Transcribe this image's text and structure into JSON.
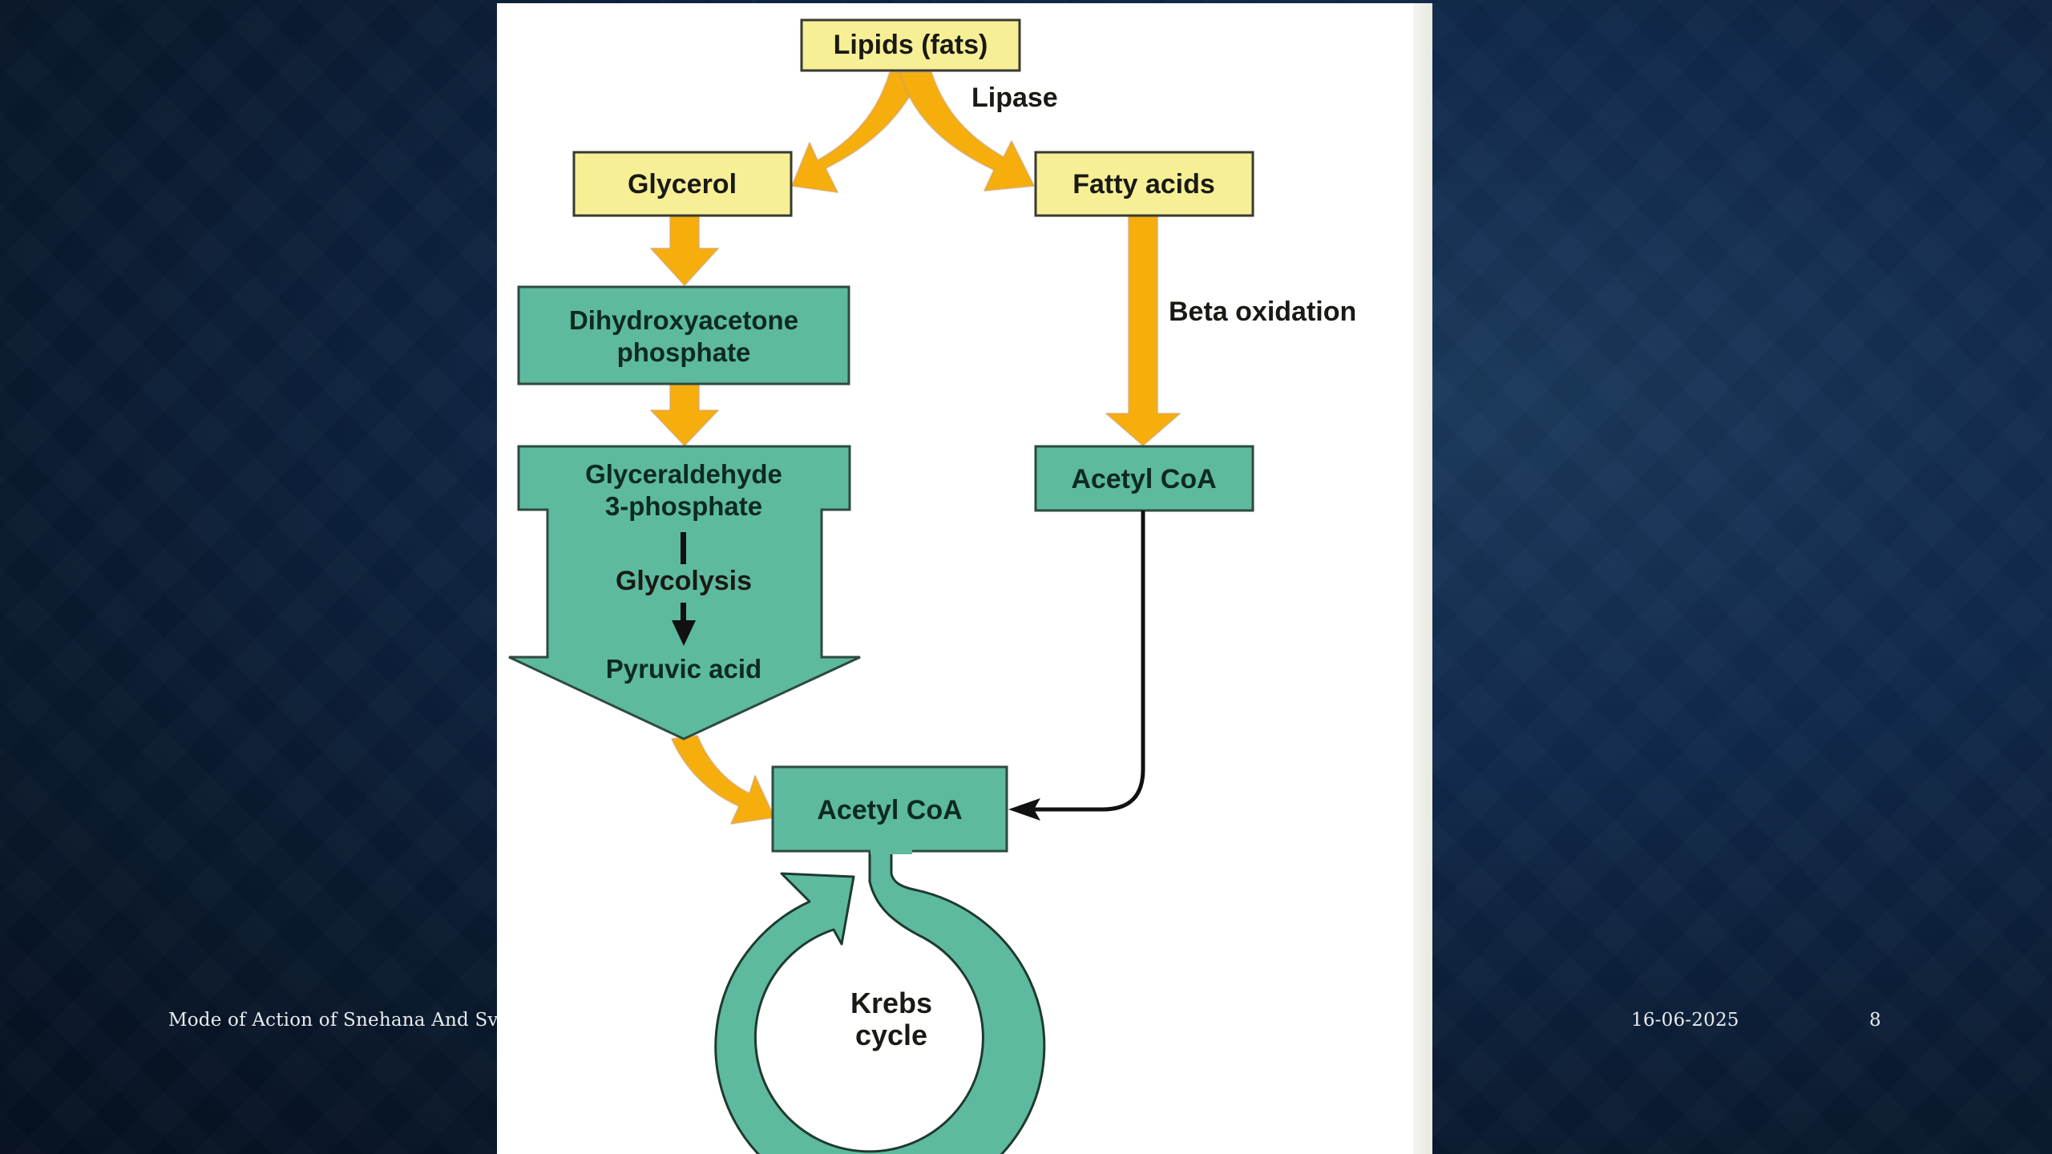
{
  "slide": {
    "footer_title": "Mode of Action of Snehana And Sv",
    "footer_date": "16-06-2025",
    "slide_number": "8"
  },
  "diagram": {
    "title": "Lipid metabolism pathway",
    "nodes": {
      "lipids": "Lipids (fats)",
      "glycerol": "Glycerol",
      "fatty_acids": "Fatty acids",
      "dhap_line1": "Dihydroxyacetone",
      "dhap_line2": "phosphate",
      "g3p_line1": "Glyceraldehyde",
      "g3p_line2": "3-phosphate",
      "glycolysis": "Glycolysis",
      "pyruvic_acid": "Pyruvic acid",
      "acetyl_coa_right": "Acetyl CoA",
      "acetyl_coa_bottom": "Acetyl CoA",
      "krebs_line1": "Krebs",
      "krebs_line2": "cycle"
    },
    "edge_labels": {
      "lipase": "Lipase",
      "beta_oxidation": "Beta oxidation"
    },
    "colors": {
      "yellow_box": "#f7ef96",
      "teal_box": "#5dba9e",
      "orange_arrow": "#f6ae10",
      "box_border": "#3a3a30",
      "black_arrow": "#111111"
    }
  }
}
